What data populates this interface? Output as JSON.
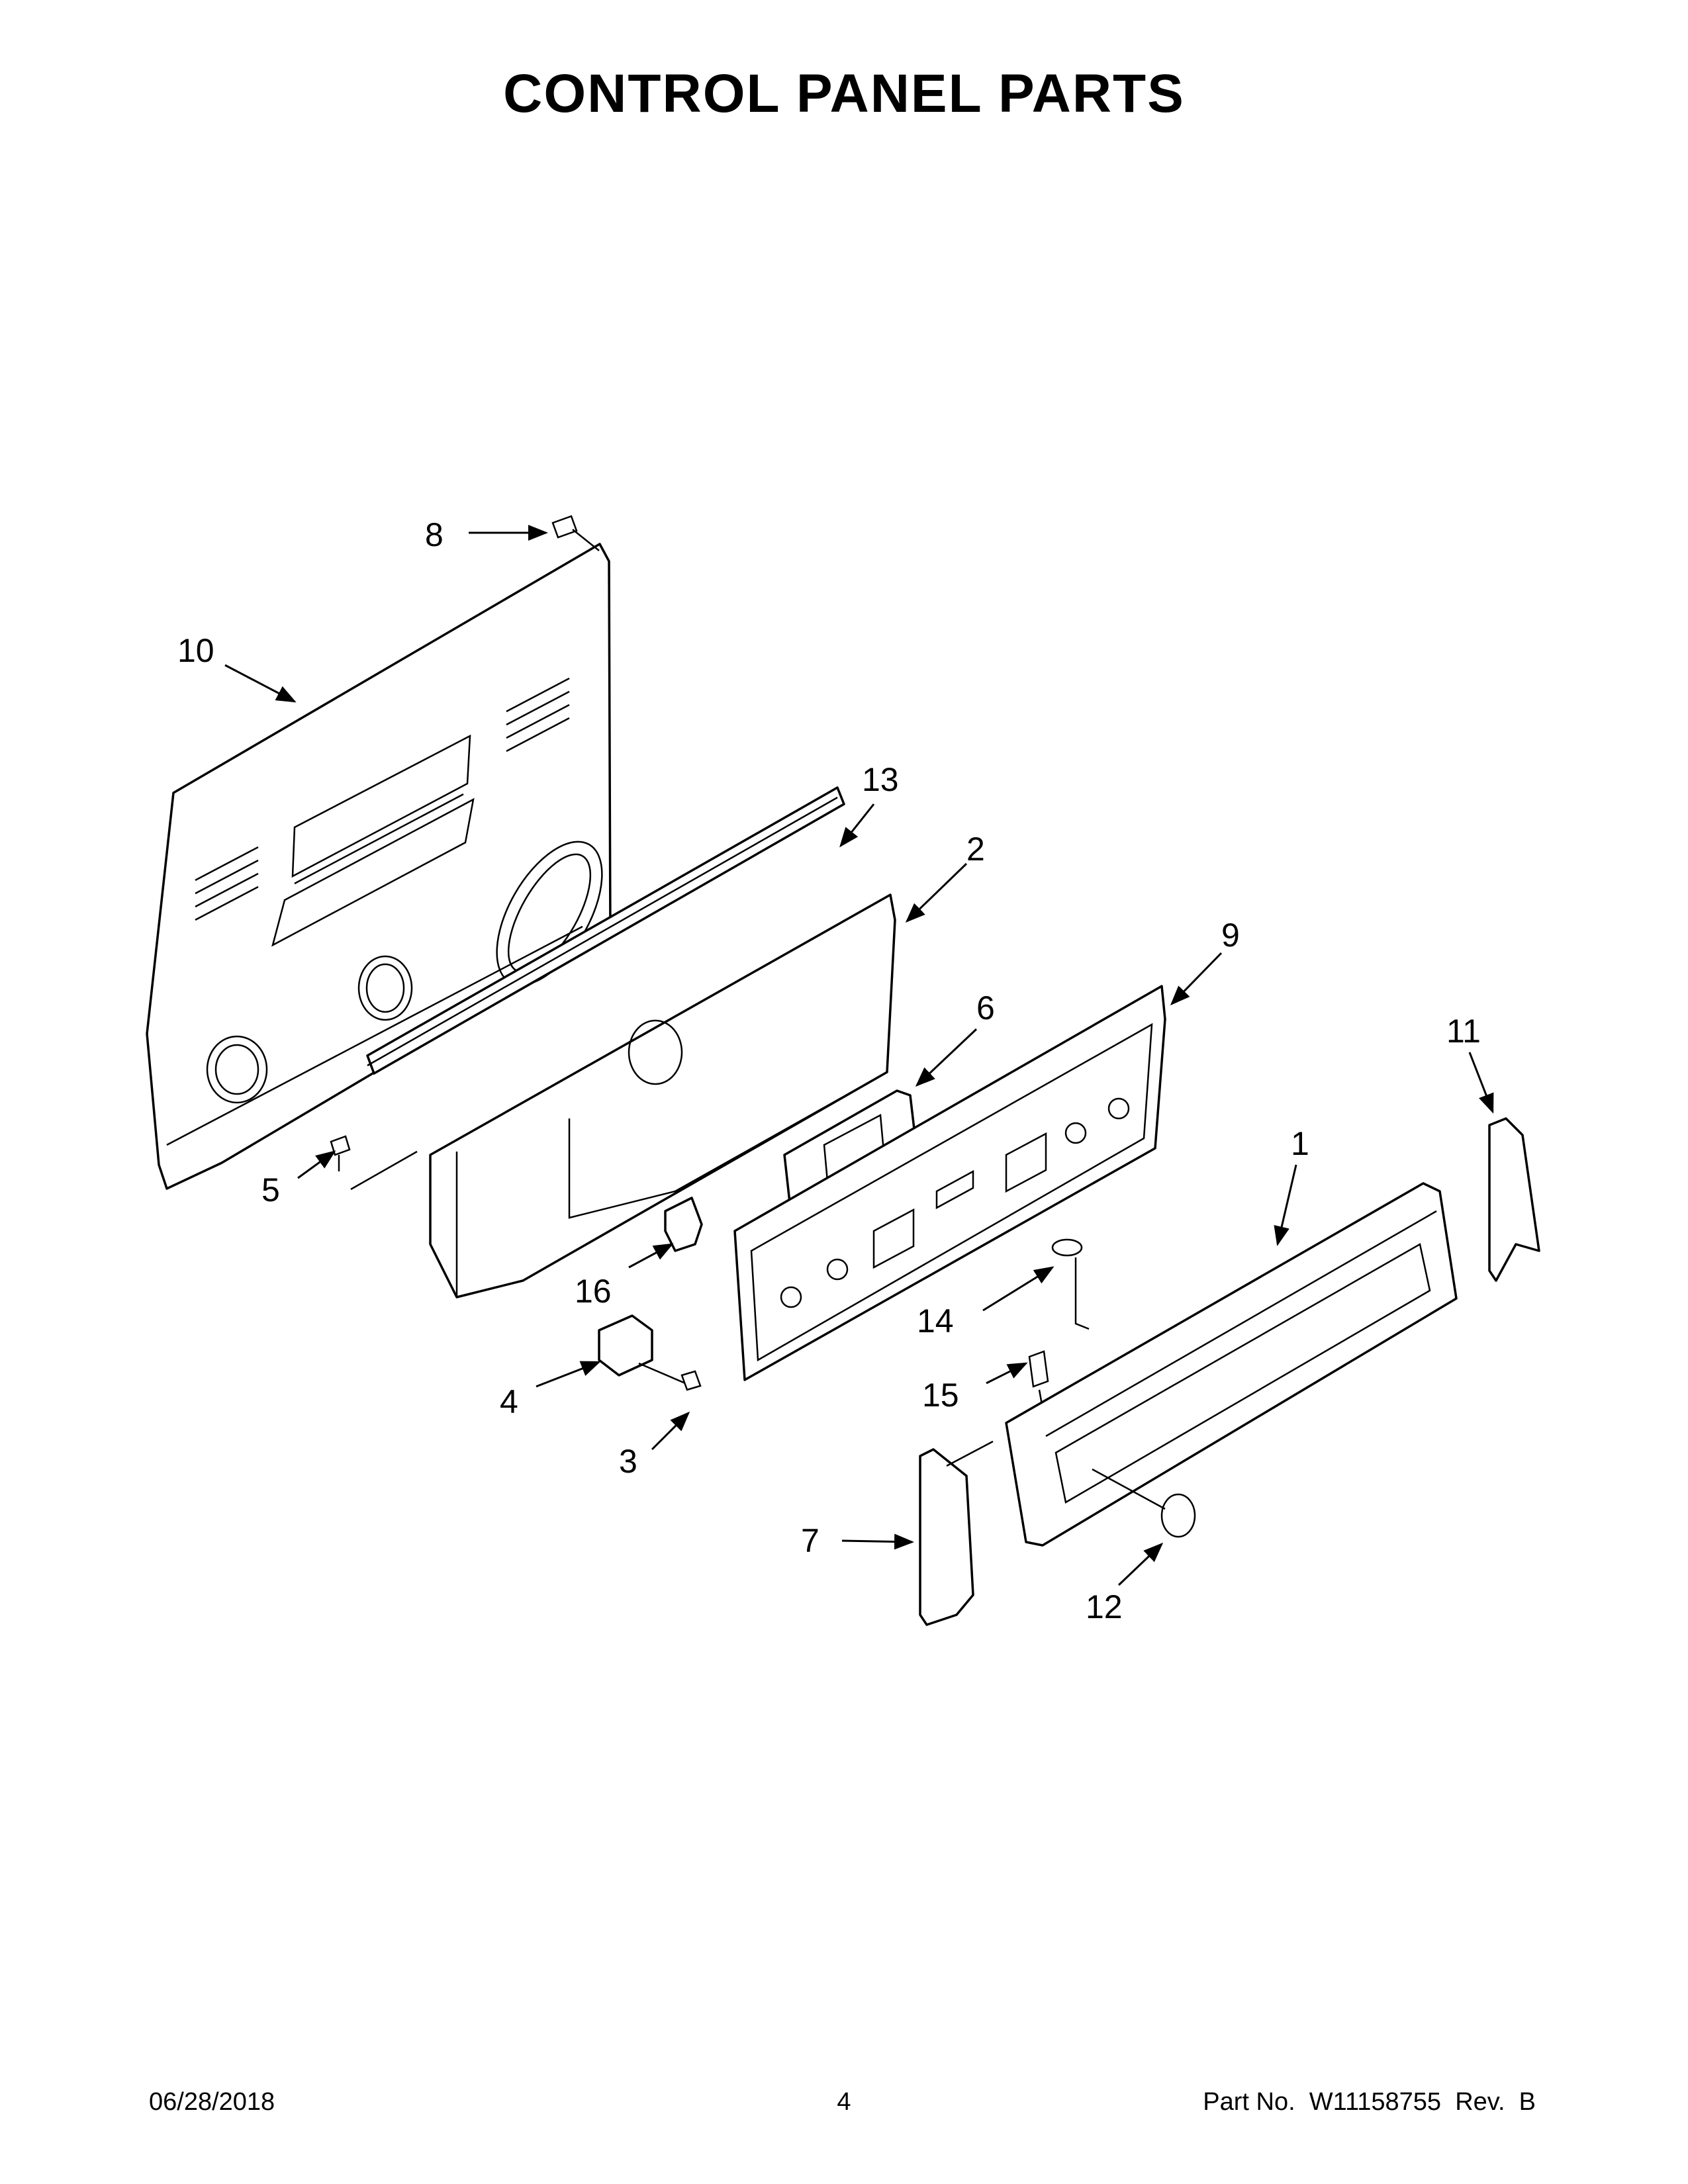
{
  "title": "CONTROL PANEL PARTS",
  "callouts": [
    {
      "id": "1",
      "label": "1"
    },
    {
      "id": "2",
      "label": "2"
    },
    {
      "id": "3",
      "label": "3"
    },
    {
      "id": "4",
      "label": "4"
    },
    {
      "id": "5",
      "label": "5"
    },
    {
      "id": "6",
      "label": "6"
    },
    {
      "id": "7",
      "label": "7"
    },
    {
      "id": "8",
      "label": "8"
    },
    {
      "id": "9",
      "label": "9"
    },
    {
      "id": "10",
      "label": "10"
    },
    {
      "id": "11",
      "label": "11"
    },
    {
      "id": "12",
      "label": "12"
    },
    {
      "id": "13",
      "label": "13"
    },
    {
      "id": "14",
      "label": "14"
    },
    {
      "id": "15",
      "label": "15"
    },
    {
      "id": "16",
      "label": "16"
    }
  ],
  "footer": {
    "date": "06/28/2018",
    "page": "4",
    "part_prefix": "Part No.",
    "part_number": "W11158755",
    "rev_prefix": "Rev.",
    "rev": "B"
  }
}
